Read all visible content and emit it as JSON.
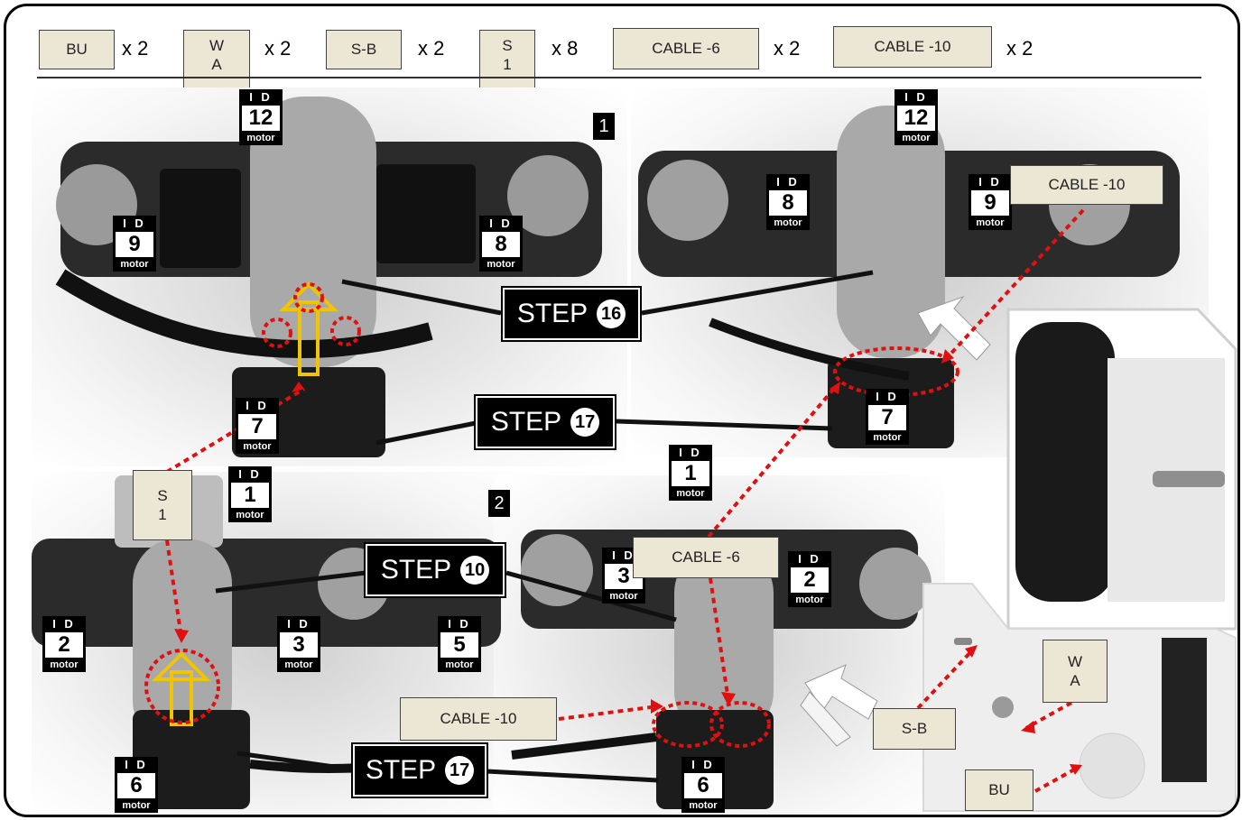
{
  "parts": [
    {
      "label": "BU",
      "qty": "x 2"
    },
    {
      "label": "W\nA",
      "qty": "x 2"
    },
    {
      "label": "S-B",
      "qty": "x 2"
    },
    {
      "label": "S\n1",
      "qty": "x 8"
    },
    {
      "label": "CABLE -6",
      "qty": "x 2"
    },
    {
      "label": "CABLE -10",
      "qty": "x 2"
    }
  ],
  "panels": {
    "one": "1",
    "two": "2"
  },
  "id_tag": {
    "prefix": "I D",
    "suffix": "motor"
  },
  "motor_ids": {
    "p1_top": "12",
    "p1_left": "9",
    "p1_right": "8",
    "p1_bottom": "7",
    "p1b_top": "12",
    "p1b_left": "8",
    "p1b_right": "9",
    "p1b_bottom": "7",
    "p2_top": "1",
    "p2_left": "2",
    "p2_mid": "3",
    "p2_right": "5",
    "p2_bottom": "6",
    "p2b_top": "1",
    "p2b_left": "3",
    "p2b_right": "2",
    "p2b_bottom": "6"
  },
  "steps": {
    "s16": "STEP",
    "n16": "16",
    "s17a": "STEP",
    "n17a": "17",
    "s10": "STEP",
    "n10": "10",
    "s17b": "STEP",
    "n17b": "17"
  },
  "callouts": {
    "cable10_top": "CABLE -10",
    "cable6": "CABLE -6",
    "cable10_bottom": "CABLE -10",
    "s1": "S\n1",
    "wa": "W\nA",
    "sb": "S-B",
    "bu": "BU"
  },
  "colors": {
    "arrow": "#e01010",
    "highlight": "#f2c400",
    "label_bg": "#ece6d5"
  }
}
